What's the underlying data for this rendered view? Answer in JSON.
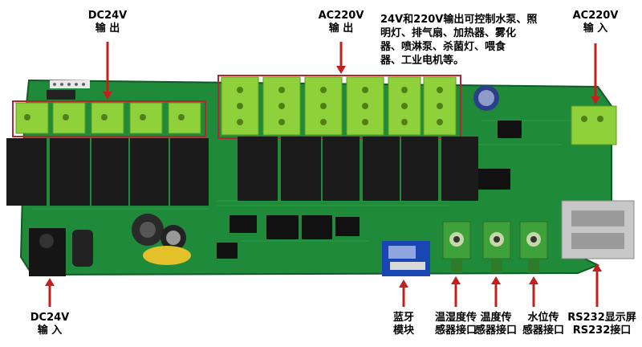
{
  "labels": {
    "dc24v_out": "DC24V\n输  出",
    "ac220v_out": "AC220V\n输  出",
    "ac220v_in": "AC220V\n输  入",
    "controllable": "24V和220V输出可控制水泵、照\n明灯、排气扇、加热器、雾化\n器、喷淋泵、杀菌灯、喂食\n器、工业电机等。",
    "dc24v_in": "DC24V\n输  入",
    "bluetooth": "蓝牙\n模块",
    "temp_humidity": "温湿度传\n感器接口",
    "temperature": "温度传\n感器接口",
    "water_level": "水位传\n感器接口",
    "rs232": "RS232显示屏\nRS232接口"
  },
  "colors": {
    "pcb": "#1f8a3a",
    "terminal": "#8fd13a",
    "relay": "#1b1b1b",
    "highlight_box": "#b3262a",
    "arrow": "#c0201e"
  }
}
